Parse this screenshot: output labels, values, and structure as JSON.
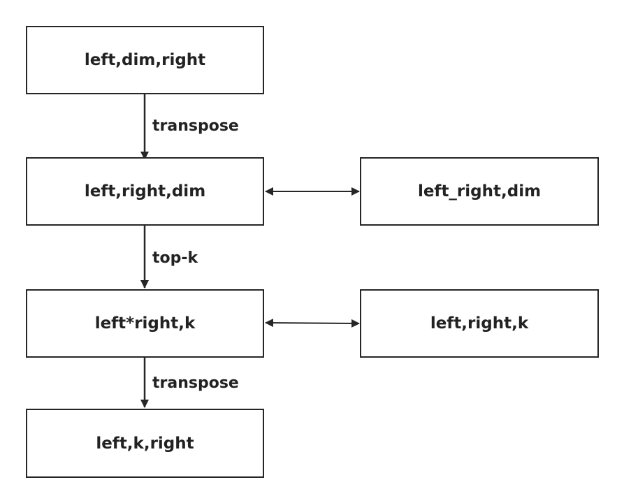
{
  "nodes": {
    "n1": "left,dim,right",
    "n2": "left,right,dim",
    "n3": "left*right,k",
    "n4": "left,k,right",
    "r1": "left_right,dim",
    "r2": "left,right,k"
  },
  "edges": {
    "e1_label": "transpose",
    "e2_label": "top-k",
    "e3_label": "transpose"
  },
  "colors": {
    "stroke": "#262626",
    "text": "#222222",
    "background": "#ffffff"
  }
}
